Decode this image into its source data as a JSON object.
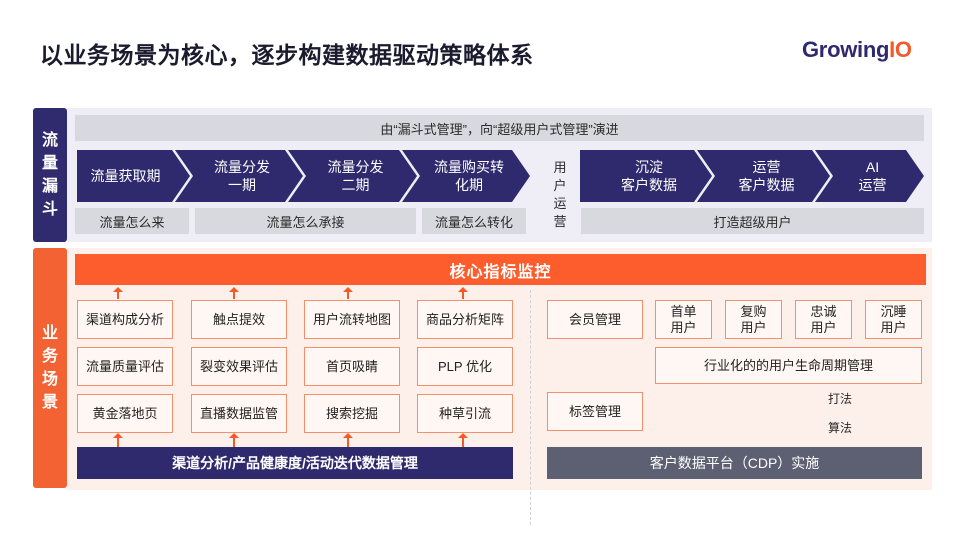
{
  "title": "以业务场景为核心，逐步构建数据驱动策略体系",
  "logo": {
    "main": "Growing",
    "accent": "IO"
  },
  "colors": {
    "navy": "#2f2a6e",
    "orange": "#fd5d2d",
    "side_orange": "#f26232",
    "gray_box": "#d8d9de",
    "cdp_gray": "#5c6072",
    "funnel_bg": "#efeef6",
    "scene_bg": "#fdf0ea",
    "cell_border": "#f2906c"
  },
  "funnel": {
    "side_label": "流量漏斗",
    "banner": "由“漏斗式管理”，向“超级用户式管理”演进",
    "stages": [
      "流量获取期",
      "流量分发\n一期",
      "流量分发\n二期",
      "流量购买转\n化期"
    ],
    "user_ops_label": "用户运营",
    "ops_stages": [
      "沉淀\n客户数据",
      "运营\n客户数据",
      "AI\n运营"
    ],
    "questions": [
      "流量怎么来",
      "流量怎么承接",
      "流量怎么转化"
    ],
    "super_user": "打造超级用户"
  },
  "scenarios": {
    "side_label": "业务场景",
    "core_metrics": "核心指标监控",
    "grid": [
      [
        "渠道构成分析",
        "触点提效",
        "用户流转地图",
        "商品分析矩阵"
      ],
      [
        "流量质量评估",
        "裂变效果评估",
        "首页吸睛",
        "PLP 优化"
      ],
      [
        "黄金落地页",
        "直播数据监管",
        "搜索挖掘",
        "种草引流"
      ]
    ],
    "channel_bar": "渠道分析/产品健康度/活动迭代数据管理",
    "member_mgmt": "会员管理",
    "user_types": [
      "首单\n用户",
      "复购\n用户",
      "忠诚\n用户",
      "沉睡\n用户"
    ],
    "lifecycle": "行业化的的用户生命周期管理",
    "tag_mgmt": "标签管理",
    "playbook": "打法",
    "algorithm": "算法",
    "cdp_bar": "客户数据平台（CDP）实施"
  }
}
